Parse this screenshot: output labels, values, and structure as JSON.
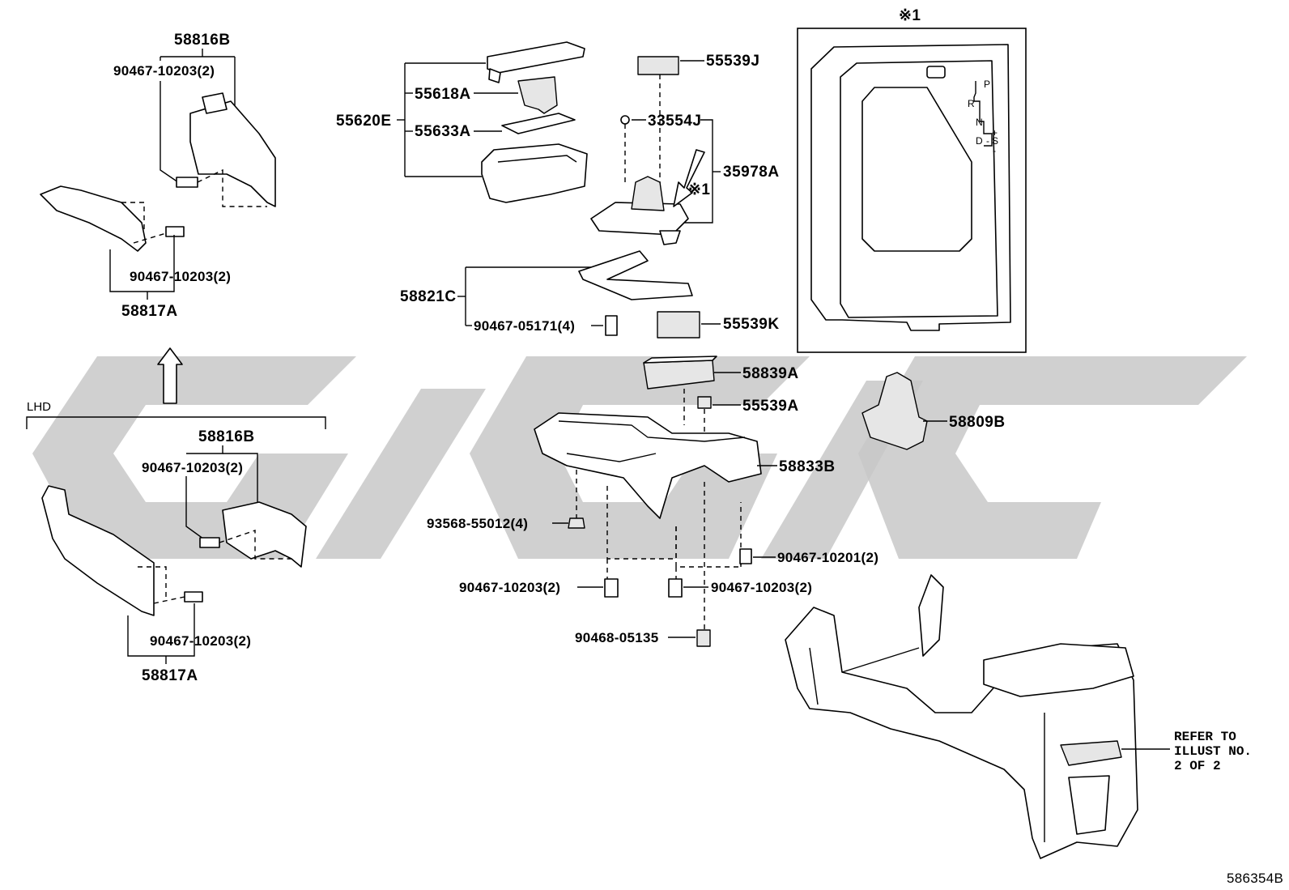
{
  "diagram": {
    "ref_code": "586354B",
    "note_marker": "※1",
    "inset_marker": "※1",
    "lhd_label": "LHD",
    "shift_pattern": {
      "p": "P",
      "r": "R",
      "n": "N",
      "d": "D",
      "s": "S",
      "plus": "+",
      "minus": "-"
    },
    "refer": [
      "REFER TO",
      "ILLUST NO.",
      "2 OF 2"
    ]
  },
  "labels": {
    "p_58816B_top": "58816B",
    "p_90467_10203_a": "90467-10203(2)",
    "p_90467_10203_b": "90467-10203(2)",
    "p_58817A_top": "58817A",
    "p_58816B_bot": "58816B",
    "p_90467_10203_c": "90467-10203(2)",
    "p_90467_10203_d": "90467-10203(2)",
    "p_58817A_bot": "58817A",
    "p_55620E": "55620E",
    "p_55618A": "55618A",
    "p_55633A": "55633A",
    "p_55539J": "55539J",
    "p_33554J": "33554J",
    "p_35978A": "35978A",
    "p_58821C": "58821C",
    "p_90467_05171": "90467-05171(4)",
    "p_55539K": "55539K",
    "p_58839A": "58839A",
    "p_55539A": "55539A",
    "p_58809B": "58809B",
    "p_58833B": "58833B",
    "p_93568_55012": "93568-55012(4)",
    "p_90467_10201": "90467-10201(2)",
    "p_90467_10203_e": "90467-10203(2)",
    "p_90467_10203_f": "90467-10203(2)",
    "p_90468_05135": "90468-05135"
  }
}
